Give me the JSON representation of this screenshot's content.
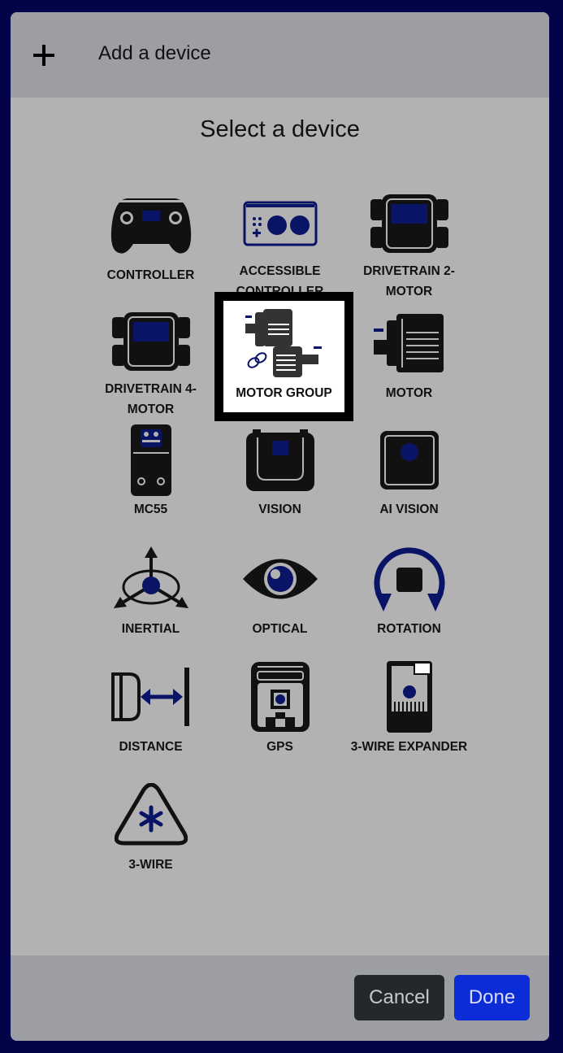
{
  "header": {
    "title": "Add a device",
    "icon": "plus-icon"
  },
  "subtitle": "Select a device",
  "devices": [
    {
      "id": "controller",
      "label": "CONTROLLER"
    },
    {
      "id": "accessible-controller",
      "label": "ACCESSIBLE CONTROLLER"
    },
    {
      "id": "drivetrain-2-motor",
      "label": "DRIVETRAIN 2-MOTOR"
    },
    {
      "id": "drivetrain-4-motor",
      "label": "DRIVETRAIN 4-MOTOR"
    },
    {
      "id": "motor-group",
      "label": "MOTOR GROUP",
      "selected": true
    },
    {
      "id": "motor",
      "label": "MOTOR"
    },
    {
      "id": "mc55",
      "label": "MC55"
    },
    {
      "id": "vision",
      "label": "VISION"
    },
    {
      "id": "ai-vision",
      "label": "AI VISION"
    },
    {
      "id": "inertial",
      "label": "INERTIAL"
    },
    {
      "id": "optical",
      "label": "OPTICAL"
    },
    {
      "id": "rotation",
      "label": "ROTATION"
    },
    {
      "id": "distance",
      "label": "DISTANCE"
    },
    {
      "id": "gps",
      "label": "GPS"
    },
    {
      "id": "3-wire-expander",
      "label": "3-WIRE EXPANDER"
    },
    {
      "id": "3-wire",
      "label": "3-WIRE"
    }
  ],
  "footer": {
    "cancel_label": "Cancel",
    "done_label": "Done"
  },
  "colors": {
    "accent": "#0b2cd6",
    "navy": "#0a1466",
    "icon": "#111111"
  }
}
